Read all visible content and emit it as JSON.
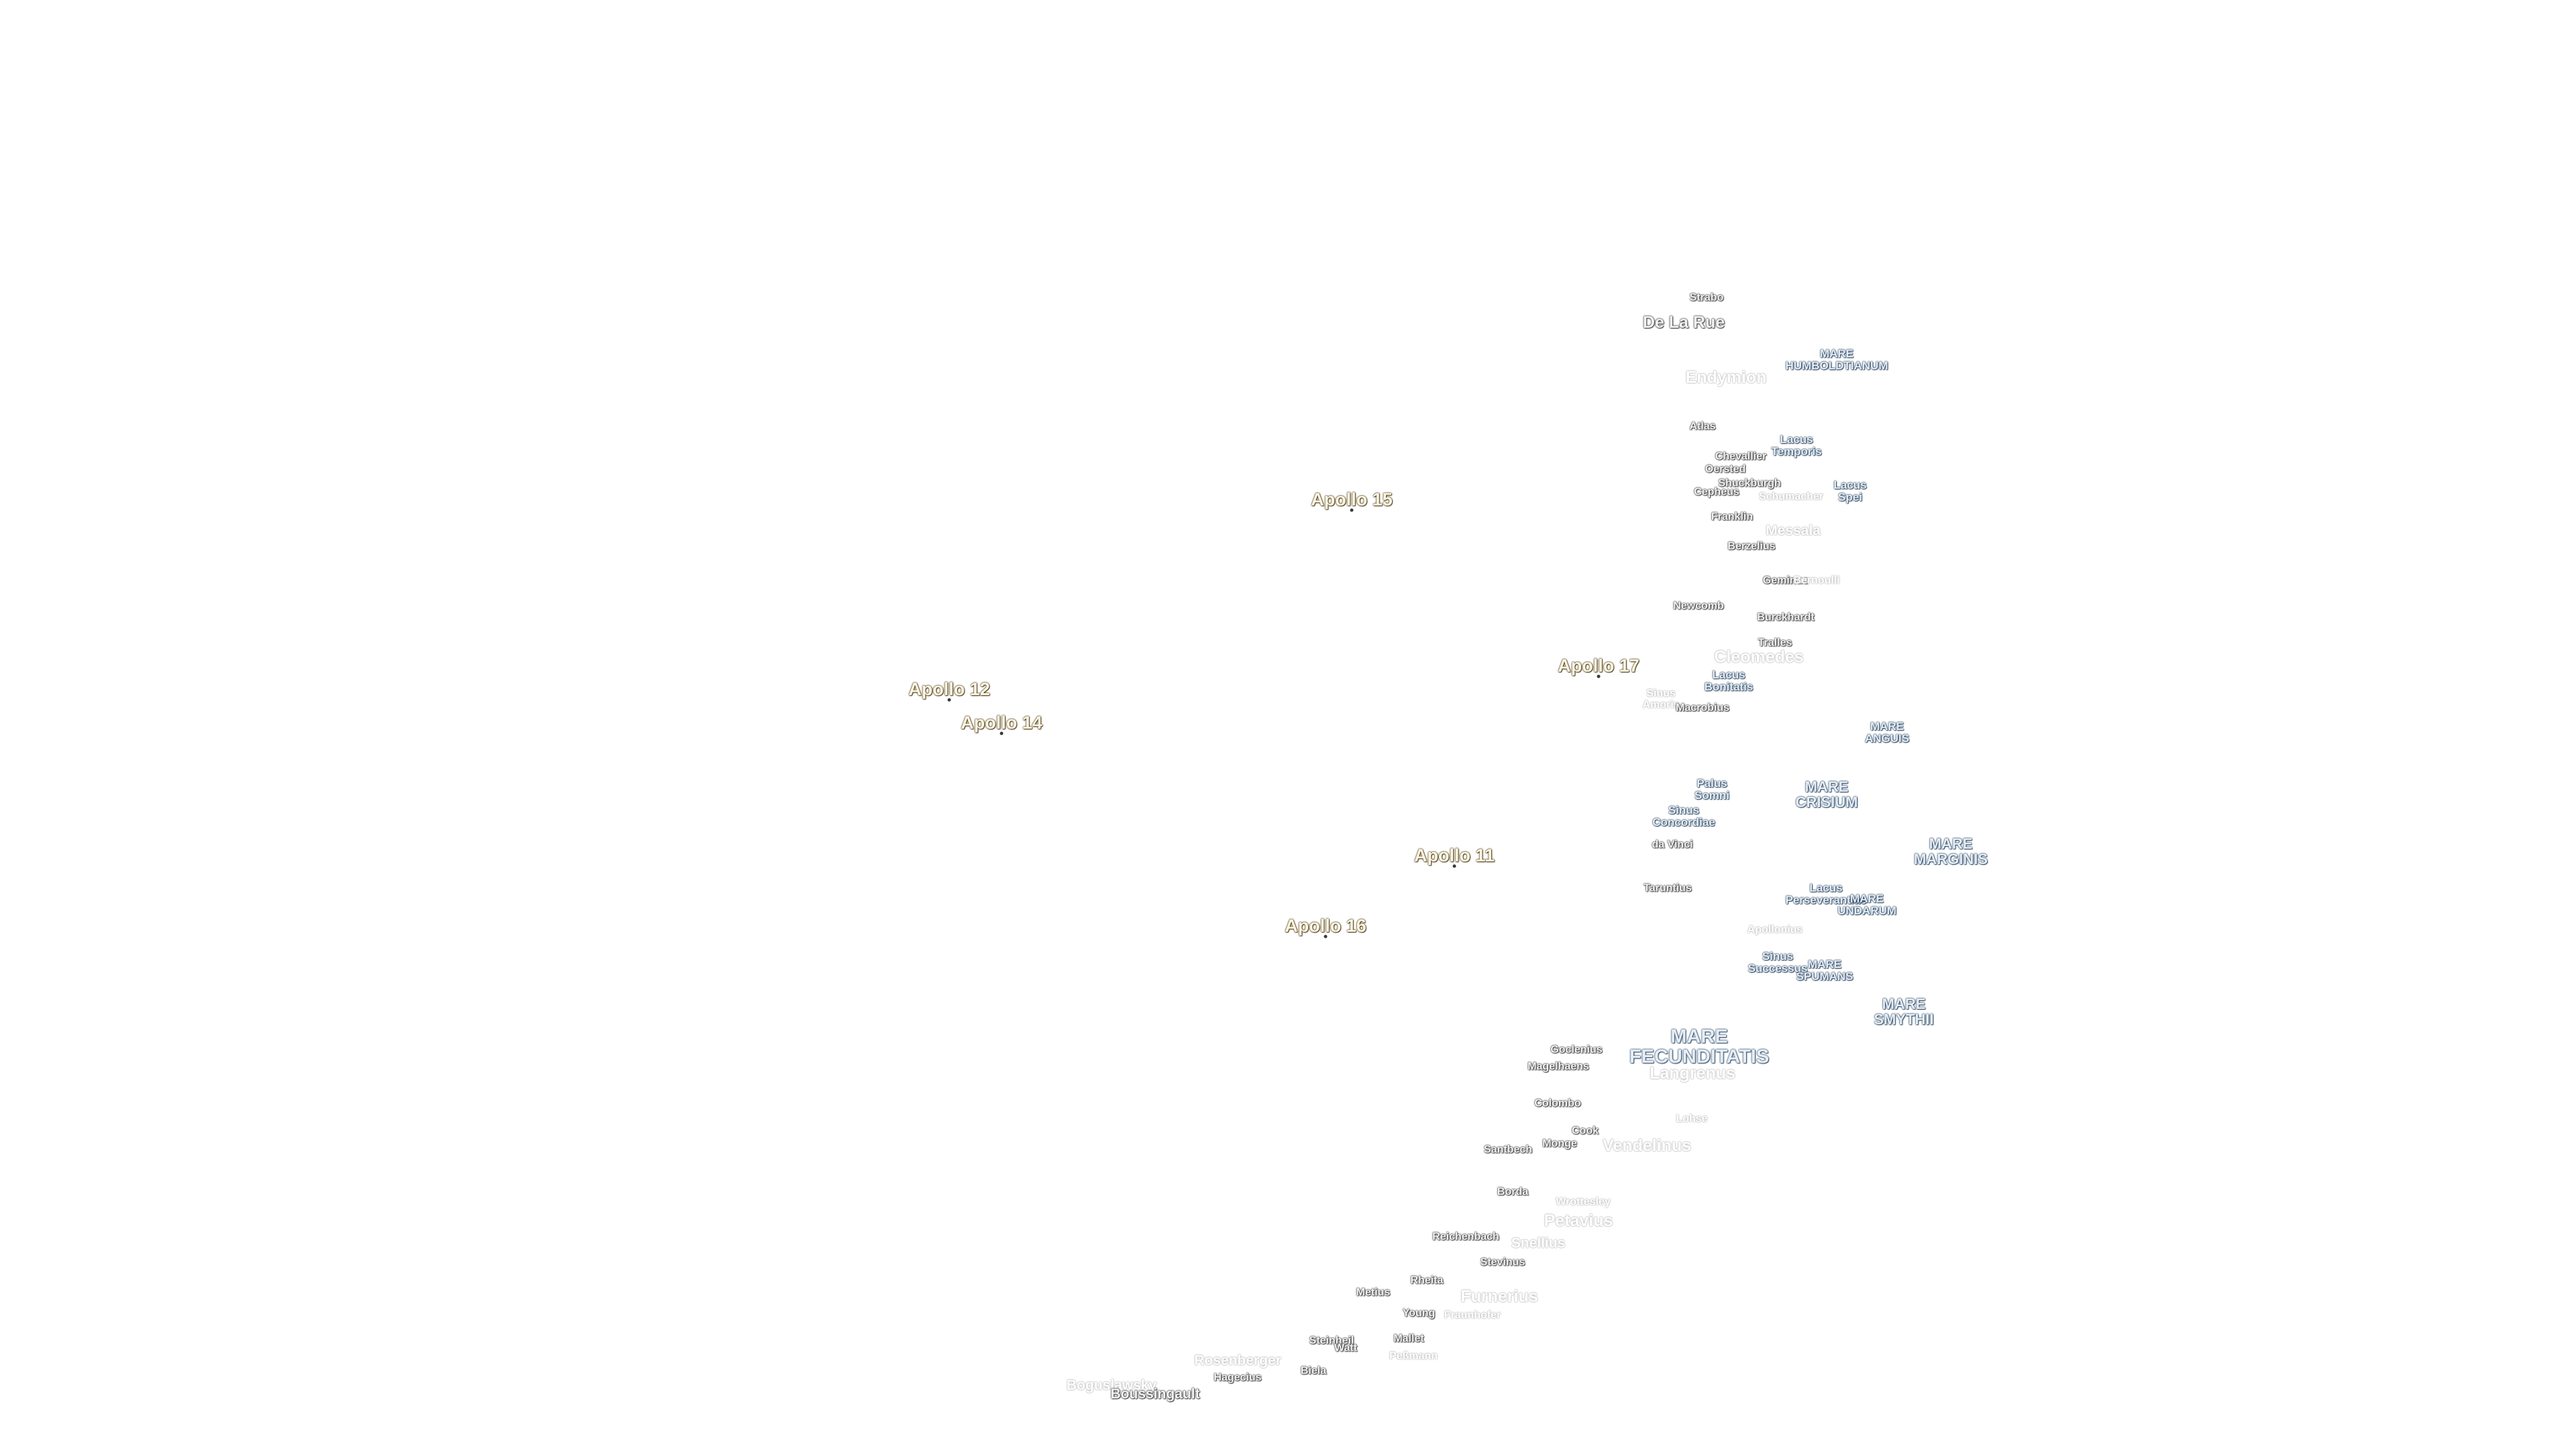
{
  "title": "",
  "apollo_sites": [
    {
      "id": "a15",
      "label": "Apollo 15"
    },
    {
      "id": "a17",
      "label": "Apollo 17"
    },
    {
      "id": "a12",
      "label": "Apollo 12"
    },
    {
      "id": "a14",
      "label": "Apollo 14"
    },
    {
      "id": "a11",
      "label": "Apollo 11"
    },
    {
      "id": "a16",
      "label": "Apollo 16"
    }
  ],
  "maria": [
    {
      "id": "humboldtianum",
      "label": "MARE\nHUMBOLDTIANUM"
    },
    {
      "id": "temporis",
      "label": "Lacus\nTemporis"
    },
    {
      "id": "spei",
      "label": "Lacus\nSpei"
    },
    {
      "id": "anguis",
      "label": "MARE\nANGUIS"
    },
    {
      "id": "crisium",
      "label": "MARE\nCRISIUM"
    },
    {
      "id": "marginis",
      "label": "MARE\nMARGINIS"
    },
    {
      "id": "bonitatis",
      "label": "Lacus\nBonitatis"
    },
    {
      "id": "somni",
      "label": "Palus\nSomni"
    },
    {
      "id": "concordiae",
      "label": "Sinus\nConcordiae"
    },
    {
      "id": "perseverantiae",
      "label": "Lacus\nPerseverantiae"
    },
    {
      "id": "undarum",
      "label": "MARE\nUNDARUM"
    },
    {
      "id": "successus",
      "label": "Sinus\nSuccessus"
    },
    {
      "id": "spumans",
      "label": "MARE\nSPUMANS"
    },
    {
      "id": "smythii",
      "label": "MARE\nSMYTHII"
    },
    {
      "id": "fecunditatis",
      "label": "MARE\nFECUNDITATIS"
    }
  ],
  "craters": [
    {
      "id": "strabo",
      "label": "Strabo"
    },
    {
      "id": "delarue",
      "label": "De La Rue"
    },
    {
      "id": "endymion",
      "label": "Endymion"
    },
    {
      "id": "atlas",
      "label": "Atlas"
    },
    {
      "id": "chevallier",
      "label": "Chevallier"
    },
    {
      "id": "oersted",
      "label": "Oersted"
    },
    {
      "id": "shuckburgh",
      "label": "Shuckburgh"
    },
    {
      "id": "cepheus",
      "label": "Cepheus"
    },
    {
      "id": "schumacher",
      "label": "Schumacher"
    },
    {
      "id": "franklin",
      "label": "Franklin"
    },
    {
      "id": "messala",
      "label": "Messala"
    },
    {
      "id": "berzelius",
      "label": "Berzelius"
    },
    {
      "id": "geminus",
      "label": "Geminus"
    },
    {
      "id": "bernoulli",
      "label": "Bernoulli"
    },
    {
      "id": "newcomb",
      "label": "Newcomb"
    },
    {
      "id": "burckhardt",
      "label": "Burckhardt"
    },
    {
      "id": "tralles",
      "label": "Tralles"
    },
    {
      "id": "cleomedes",
      "label": "Cleomedes"
    },
    {
      "id": "sinusamoris",
      "label": "Sinus\nAmoris"
    },
    {
      "id": "macrobius",
      "label": "Macrobius"
    },
    {
      "id": "davinci",
      "label": "da Vinci"
    },
    {
      "id": "taruntius",
      "label": "Taruntius"
    },
    {
      "id": "apollonius",
      "label": "Apollonius"
    },
    {
      "id": "goclenius",
      "label": "Goclenius"
    },
    {
      "id": "magelhaens",
      "label": "Magelhaens"
    },
    {
      "id": "langrenus",
      "label": "Langrenus"
    },
    {
      "id": "colombo",
      "label": "Colombo"
    },
    {
      "id": "lohse",
      "label": "Lohse"
    },
    {
      "id": "cook",
      "label": "Cook"
    },
    {
      "id": "monge",
      "label": "Monge"
    },
    {
      "id": "santbech",
      "label": "Santbech"
    },
    {
      "id": "vendelinus",
      "label": "Vendelinus"
    },
    {
      "id": "borda",
      "label": "Borda"
    },
    {
      "id": "wrottesley",
      "label": "Wrottesley"
    },
    {
      "id": "petavius",
      "label": "Petavius"
    },
    {
      "id": "reichenbach",
      "label": "Reichenbach"
    },
    {
      "id": "snellius",
      "label": "Snellius"
    },
    {
      "id": "stevinus",
      "label": "Stevinus"
    },
    {
      "id": "rheita",
      "label": "Rheita"
    },
    {
      "id": "metius",
      "label": "Metius"
    },
    {
      "id": "furnerius",
      "label": "Furnerius"
    },
    {
      "id": "young",
      "label": "Young"
    },
    {
      "id": "fraunhofer",
      "label": "Fraunhofer"
    },
    {
      "id": "steinheil",
      "label": "Steinheil"
    },
    {
      "id": "watt",
      "label": "Watt"
    },
    {
      "id": "mallet",
      "label": "Mallet"
    },
    {
      "id": "rosenberger",
      "label": "Rosenberger"
    },
    {
      "id": "hagecius",
      "label": "Hagecius"
    },
    {
      "id": "biela",
      "label": "Biela"
    },
    {
      "id": "pellmann",
      "label": "Peßmann"
    },
    {
      "id": "boguslawsky",
      "label": "Boguslawsky"
    },
    {
      "id": "boussingault",
      "label": "Boussingault"
    }
  ]
}
